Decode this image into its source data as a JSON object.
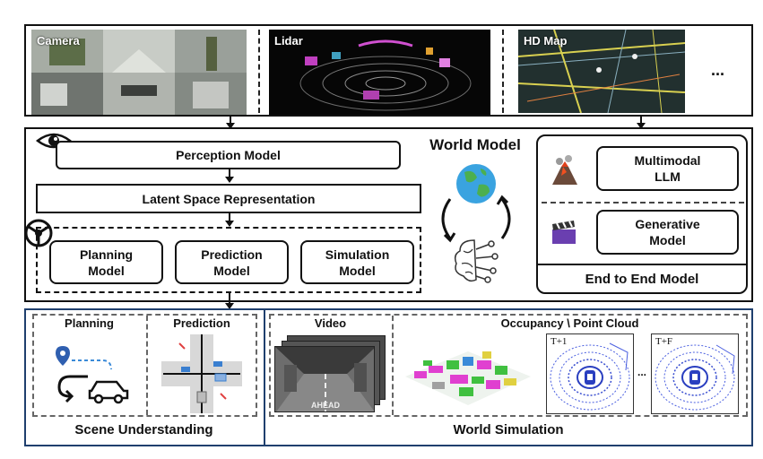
{
  "sensors": {
    "camera": "Camera",
    "lidar": "Lidar",
    "hd_map": "HD Map",
    "more": "..."
  },
  "world_model": {
    "title": "World Model",
    "perception": "Perception Model",
    "latent": "Latent Space Representation",
    "planning": "Planning Model",
    "prediction": "Prediction Model",
    "simulation": "Simulation Model"
  },
  "end_to_end": {
    "multimodal_llm": "Multimodal LLM",
    "generative": "Generative Model",
    "title": "End to End Model"
  },
  "scene_understanding": {
    "planning": "Planning",
    "prediction": "Prediction",
    "title": "Scene Understanding"
  },
  "world_simulation": {
    "video": "Video",
    "occupancy": "Occupancy \\ Point Cloud",
    "t1": "T+1",
    "tf": "T+F",
    "ellipsis": "...",
    "video_sign": "AHEAD",
    "title": "World Simulation"
  }
}
